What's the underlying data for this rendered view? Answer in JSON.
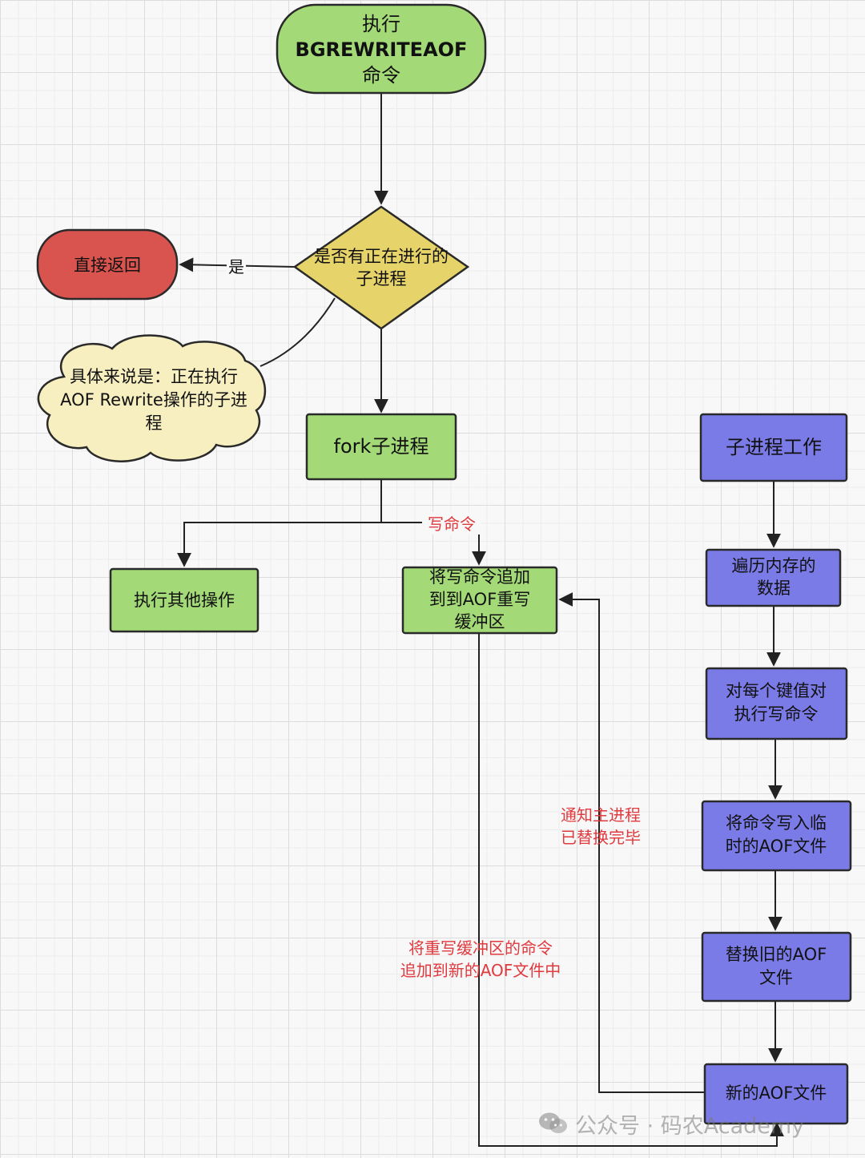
{
  "nodes": {
    "start": {
      "line1": "执行",
      "line2": "BGREWRITEAOF",
      "line3": "命令"
    },
    "decision": {
      "line1": "是否有正在进行的",
      "line2": "子进程"
    },
    "return": {
      "label": "直接返回"
    },
    "note": {
      "line1": "具体来说是：正在执行",
      "line2": "AOF Rewrite操作的子进",
      "line3": "程"
    },
    "fork": {
      "label": "fork子进程"
    },
    "other": {
      "label": "执行其他操作"
    },
    "append_buffer": {
      "line1": "将写命令追加",
      "line2": "到到AOF重写",
      "line3": "缓冲区"
    },
    "child_work": {
      "label": "子进程工作"
    },
    "traverse": {
      "line1": "遍历内存的",
      "line2": "数据"
    },
    "per_key": {
      "line1": "对每个键值对",
      "line2": "执行写命令"
    },
    "write_temp": {
      "line1": "将命令写入临",
      "line2": "时的AOF文件"
    },
    "replace": {
      "line1": "替换旧的AOF",
      "line2": "文件"
    },
    "new_aof": {
      "label": "新的AOF文件"
    }
  },
  "edge_labels": {
    "yes": "是",
    "write_cmd": "写命令",
    "notify_line1": "通知主进程",
    "notify_line2": "已替换完毕",
    "append_new_line1": "将重写缓冲区的命令",
    "append_new_line2": "追加到新的AOF文件中"
  },
  "watermark": {
    "text": "公众号 · 码农Academy",
    "icon": "wechat-icon"
  },
  "colors": {
    "green": "#a3d977",
    "red": "#d9534f",
    "yellow": "#e6d36a",
    "note": "#f7efc0",
    "blue": "#7b7be8",
    "edge_label_red": "#e0393e"
  }
}
